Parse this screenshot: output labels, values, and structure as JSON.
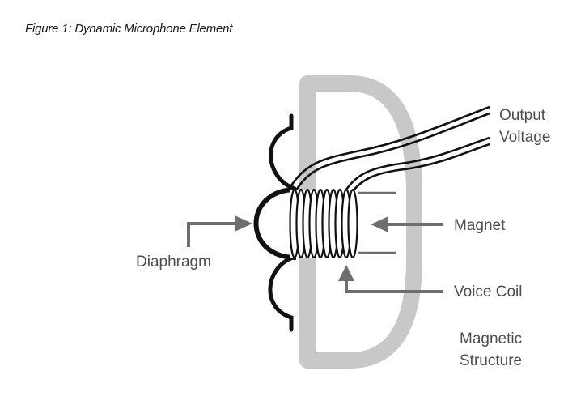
{
  "figure": {
    "caption": "Figure 1: Dynamic Microphone Element"
  },
  "labels": {
    "output_voltage_line1": "Output",
    "output_voltage_line2": "Voltage",
    "magnet": "Magnet",
    "diaphragm": "Diaphragm",
    "voice_coil": "Voice Coil",
    "magnetic_structure_line1": "Magnetic",
    "magnetic_structure_line2": "Structure"
  },
  "colors": {
    "structure": "#c8c8c8",
    "arrow": "#6e6e6e",
    "ink": "#111111",
    "label": "#4d4d4d"
  }
}
